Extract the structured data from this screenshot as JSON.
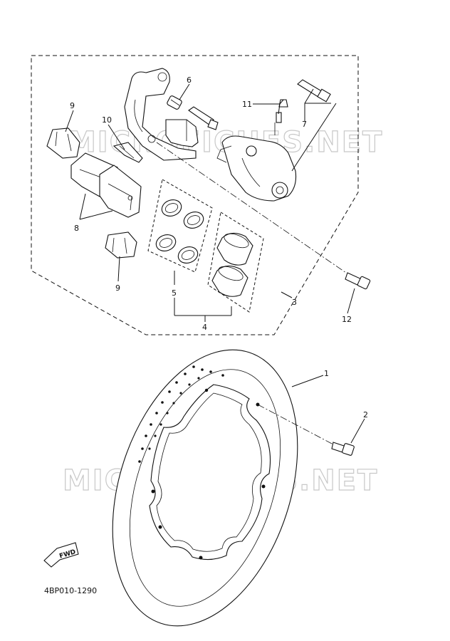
{
  "diagram": {
    "code": "4BP010-1290",
    "watermark": "MICROFICHES.NET",
    "fwd_label": "FWD",
    "callouts": {
      "c1": "1",
      "c2": "2",
      "c3": "3",
      "c4": "4",
      "c5": "5",
      "c6": "6",
      "c7": "7",
      "c8": "8",
      "c9a": "9",
      "c9b": "9",
      "c10": "10",
      "c11": "11",
      "c12": "12"
    }
  }
}
